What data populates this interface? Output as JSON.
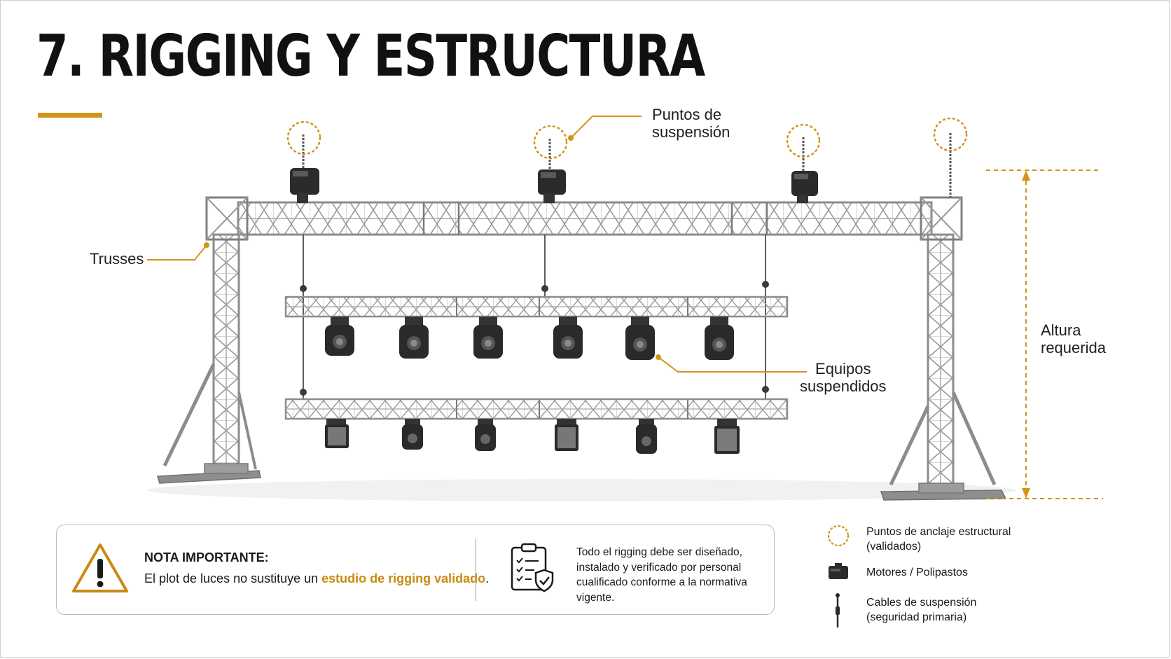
{
  "title": "7. RIGGING Y ESTRUCTURA",
  "labels": {
    "suspension_points": "Puntos de\nsuspensión",
    "trusses": "Trusses",
    "suspended_equipment": "Equipos\nsuspendidos",
    "required_height": "Altura\nrequerida"
  },
  "note": {
    "title": "NOTA IMPORTANTE:",
    "text_before": "El plot de luces no sustituye un ",
    "highlight": "estudio de rigging validado",
    "text_after": ".",
    "description": "Todo el rigging debe ser diseñado, instalado y verificado por personal cualificado conforme a la normativa vigente."
  },
  "legend": [
    {
      "icon": "dotted-circle-icon",
      "text": "Puntos de anclaje estructural\n(validados)"
    },
    {
      "icon": "motor-icon",
      "text": "Motores / Polipastos"
    },
    {
      "icon": "cable-icon",
      "text": "Cables de suspensión\n(seguridad primaria)"
    }
  ],
  "colors": {
    "accent": "#d4931a",
    "truss": "#8c8c8c",
    "fixture": "#2a2a2a"
  }
}
